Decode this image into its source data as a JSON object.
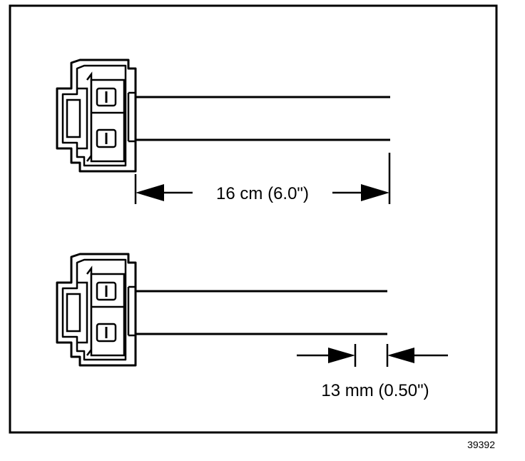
{
  "figure": {
    "number": "39392"
  },
  "dimensions": {
    "top": {
      "label": "16 cm (6.0\")"
    },
    "bottom": {
      "label": "13 mm (0.50\")"
    }
  },
  "colors": {
    "ink": "#000000",
    "background": "#ffffff"
  }
}
